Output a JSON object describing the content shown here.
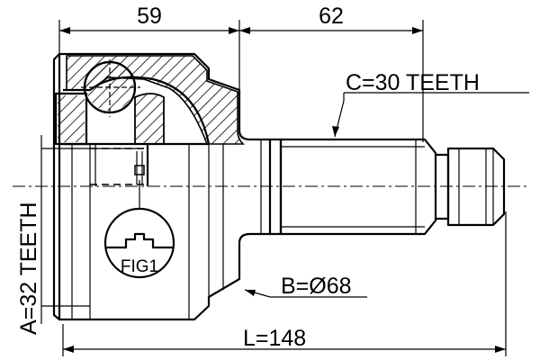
{
  "dimensions": {
    "housing_length": "59",
    "shaft_length": "62",
    "shaft_teeth": "C=30 TEETH",
    "housing_teeth": "A=32 TEETH",
    "abs_ring_diameter": "B=Ø68",
    "total_length": "L=148"
  },
  "callout": {
    "label": "FIG1"
  },
  "colors": {
    "line": "#000000",
    "background": "#ffffff"
  }
}
